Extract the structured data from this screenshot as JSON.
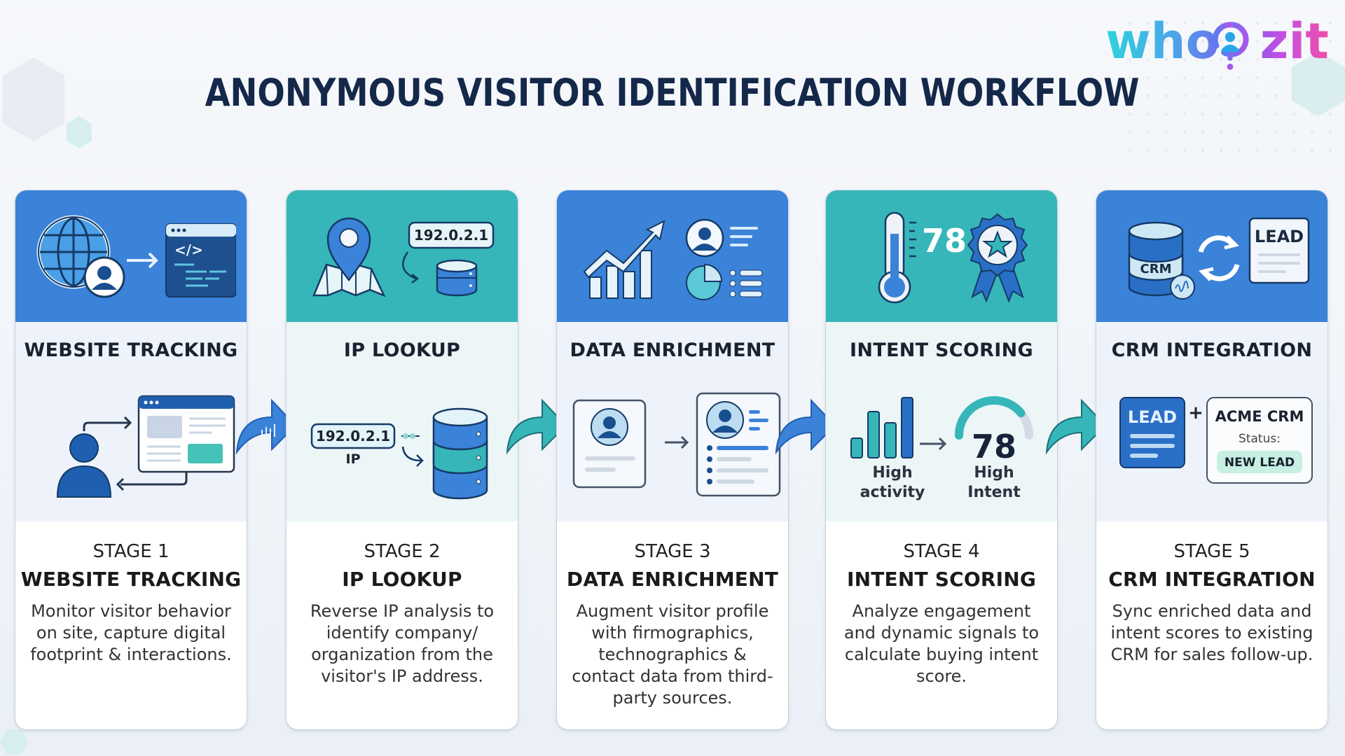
{
  "header": {
    "title": "ANONYMOUS VISITOR IDENTIFICATION WORKFLOW",
    "logo_text": "whoozit",
    "logo_text_left": "who",
    "logo_text_right": "zit"
  },
  "colors": {
    "blue": "#3b82d9",
    "teal": "#36b6b9",
    "navy": "#14284a",
    "dark_blue": "#1f5fb0"
  },
  "stages": [
    {
      "header_icons": [
        "globe-user-icon",
        "arrow-right-icon",
        "code-window-icon"
      ],
      "band_label": "WEBSITE TRACKING",
      "stage_number": "STAGE 1",
      "title": "WEBSITE TRACKING",
      "description": "Monitor visitor behavior on site, capture digital footprint & interactions.",
      "illustration_icons": [
        "user-icon",
        "browser-window-icon"
      ]
    },
    {
      "header_icons": [
        "map-pin-icon",
        "database-icon"
      ],
      "header_ip": "192.0.2.1",
      "band_label": "IP LOOKUP",
      "ip_value": "192.0.2.1",
      "ip_caption": "IP",
      "stage_number": "STAGE 2",
      "title": "IP LOOKUP",
      "description": "Reverse IP analysis to identify company/ organization from the visitor's IP address.",
      "illustration_icons": [
        "ip-tag-icon",
        "database-icon"
      ]
    },
    {
      "header_icons": [
        "growth-chart-icon",
        "profile-icon",
        "pie-chart-icon",
        "list-icon"
      ],
      "band_label": "DATA ENRICHMENT",
      "stage_number": "STAGE 3",
      "title": "DATA ENRICHMENT",
      "description": "Augment visitor profile with firmographics, technographics & contact data from third-party sources.",
      "illustration_icons": [
        "basic-profile-card-icon",
        "enriched-profile-card-icon"
      ]
    },
    {
      "header_icons": [
        "thermometer-icon",
        "award-ribbon-icon"
      ],
      "header_score": "78",
      "band_label": "INTENT SCORING",
      "activity_label_1": "High",
      "activity_label_2": "activity",
      "score_value": "78",
      "score_fraction": 0.78,
      "intent_label_1": "High",
      "intent_label_2": "Intent",
      "stage_number": "STAGE 4",
      "title": "INTENT SCORING",
      "description": "Analyze engagement and dynamic signals to calculate buying intent score.",
      "illustration_icons": [
        "bar-chart-icon",
        "gauge-icon"
      ]
    },
    {
      "header_icons": [
        "crm-database-icon",
        "sync-icon",
        "lead-document-icon"
      ],
      "header_crm": "CRM",
      "header_lead": "LEAD",
      "band_label": "CRM INTEGRATION",
      "lead_label": "LEAD",
      "plus": "+",
      "crm_name": "ACME CRM",
      "status_label": "Status:",
      "status_value": "NEW LEAD",
      "stage_number": "STAGE 5",
      "title": "CRM INTEGRATION",
      "description": "Sync enriched data and intent scores to existing CRM for sales follow-up.",
      "illustration_icons": [
        "lead-card-icon",
        "crm-status-card-icon"
      ]
    }
  ]
}
